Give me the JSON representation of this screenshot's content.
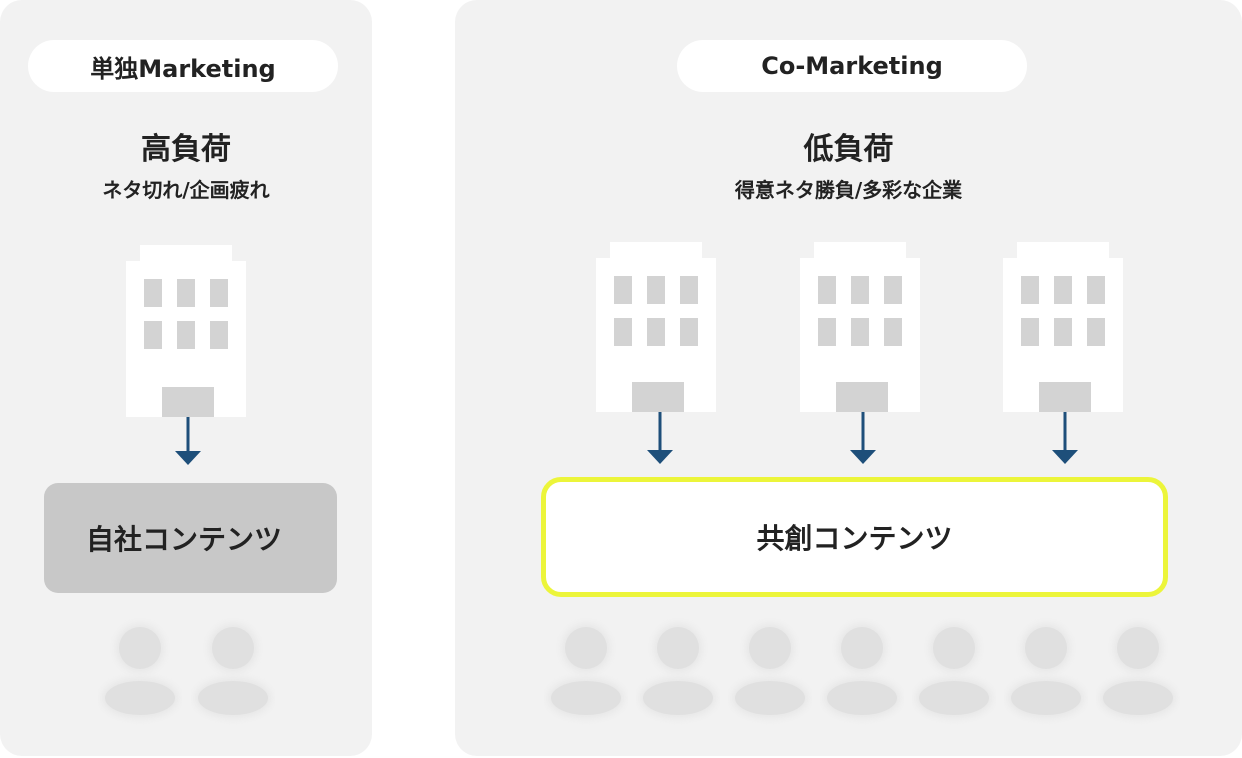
{
  "left": {
    "label": "単独Marketing",
    "load_title": "高負荷",
    "load_sub": "ネタ切れ/企画疲れ",
    "content_label": "自社コンテンツ",
    "building_count": 1,
    "person_count": 2
  },
  "right": {
    "label": "Co-Marketing",
    "load_title": "低負荷",
    "load_sub": "得意ネタ勝負/多彩な企業",
    "content_label": "共創コンテンツ",
    "building_count": 3,
    "person_count": 7
  },
  "colors": {
    "panel": "#f2f2f2",
    "building": "#ffffff",
    "window": "#d3d3d3",
    "arrow": "#1e4f7a",
    "content_box_left": "#c8c8c8",
    "highlight_border": "#ecf53a",
    "person": "#e0e0e0"
  },
  "icons": {
    "building": "building-icon",
    "arrow": "arrow-down-icon",
    "person": "person-icon"
  }
}
